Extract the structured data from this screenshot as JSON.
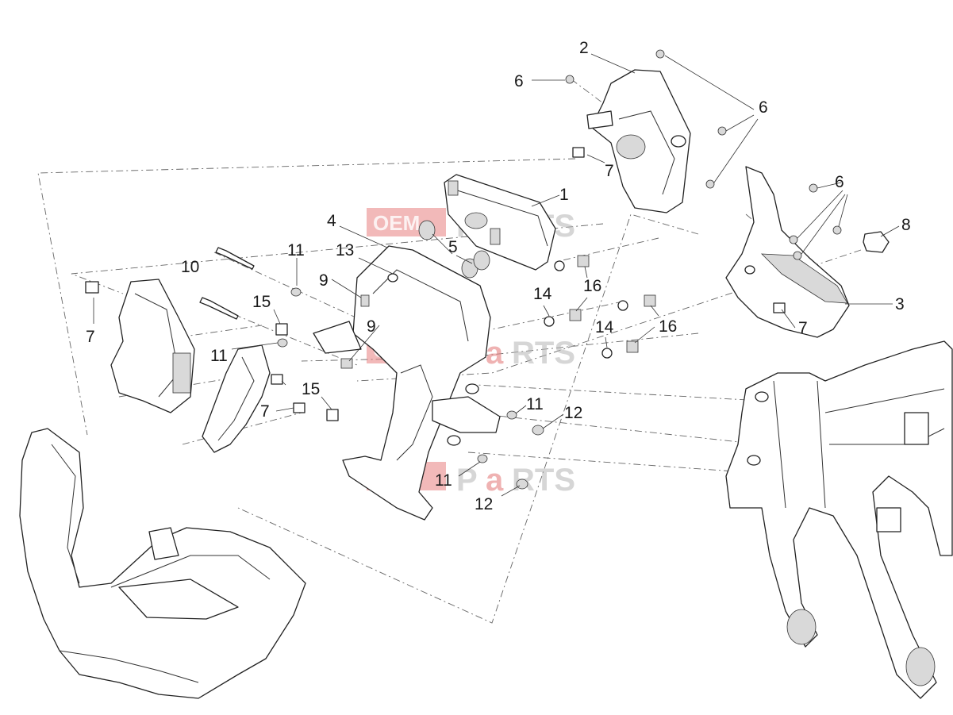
{
  "watermark": {
    "a": "OEM",
    "b": "P",
    "c": "a",
    "d": "RTS"
  },
  "callouts": {
    "c1": "1",
    "c2": "2",
    "c3": "3",
    "c4": "4",
    "c5": "5",
    "c6a": "6",
    "c6b": "6",
    "c6c": "6",
    "c7a": "7",
    "c7b": "7",
    "c7c": "7",
    "c7d": "7",
    "c8": "8",
    "c9a": "9",
    "c9b": "9",
    "c10": "10",
    "c11a": "11",
    "c11b": "11",
    "c11c": "11",
    "c11d": "11",
    "c12a": "12",
    "c12b": "12",
    "c13": "13",
    "c14a": "14",
    "c14b": "14",
    "c15a": "15",
    "c15b": "15",
    "c16a": "16",
    "c16b": "16"
  }
}
